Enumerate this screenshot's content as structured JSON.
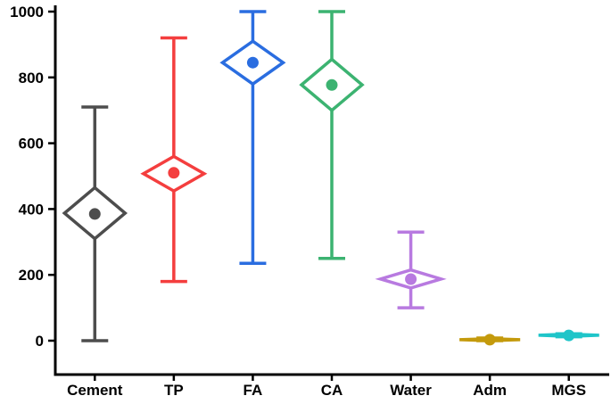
{
  "chart_data": {
    "type": "box",
    "variant": "diamond-whisker",
    "title": "",
    "xlabel": "",
    "ylabel": "",
    "ylim": [
      0,
      1000
    ],
    "yticks": [
      0,
      200,
      400,
      600,
      800,
      1000
    ],
    "grid": false,
    "legend": "none",
    "axis_color": "#000000",
    "background": "#ffffff",
    "categories": [
      "Cement",
      "TP",
      "FA",
      "CA",
      "Water",
      "Adm",
      "MGS"
    ],
    "series": [
      {
        "name": "Cement",
        "color": "#4d4d4d",
        "min": 0,
        "max": 710,
        "mean": 385,
        "diamond_low": 310,
        "diamond_high": 465
      },
      {
        "name": "TP",
        "color": "#f43e3e",
        "min": 180,
        "max": 920,
        "mean": 510,
        "diamond_low": 455,
        "diamond_high": 560
      },
      {
        "name": "FA",
        "color": "#2a6de0",
        "min": 235,
        "max": 1000,
        "mean": 845,
        "diamond_low": 780,
        "diamond_high": 910
      },
      {
        "name": "CA",
        "color": "#3cb371",
        "min": 250,
        "max": 1000,
        "mean": 777,
        "diamond_low": 700,
        "diamond_high": 855
      },
      {
        "name": "Water",
        "color": "#b87ae0",
        "min": 100,
        "max": 330,
        "mean": 187,
        "diamond_low": 160,
        "diamond_high": 215
      },
      {
        "name": "Adm",
        "color": "#c49a0c",
        "min": 0,
        "max": 8,
        "mean": 3,
        "diamond_low": 0,
        "diamond_high": 6
      },
      {
        "name": "MGS",
        "color": "#1fc5c9",
        "min": 12,
        "max": 21,
        "mean": 16,
        "diamond_low": 13,
        "diamond_high": 20
      }
    ]
  }
}
